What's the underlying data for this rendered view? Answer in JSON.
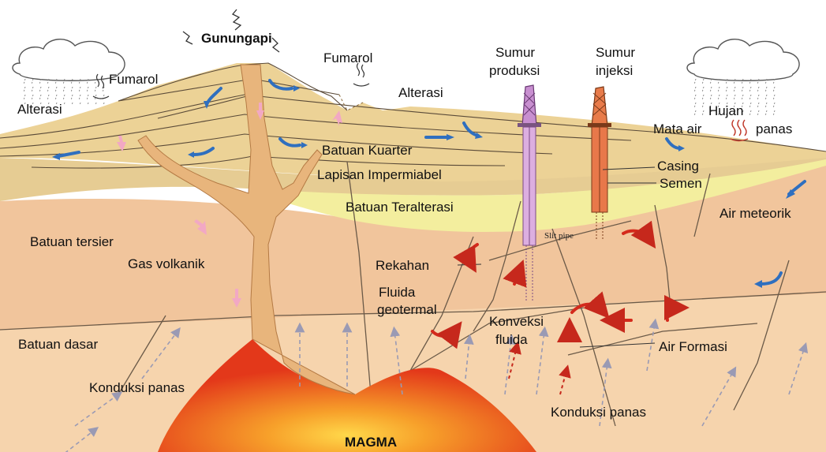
{
  "labels": {
    "gunungapi": "Gunungapi",
    "fumarol_left": "Fumarol",
    "fumarol_top": "Fumarol",
    "alterasi_left": "Alterasi",
    "alterasi_right": "Alterasi",
    "sumur_produksi_1": "Sumur",
    "sumur_produksi_2": "produksi",
    "sumur_injeksi_1": "Sumur",
    "sumur_injeksi_2": "injeksi",
    "hujan": "Hujan",
    "mata_air": "Mata air",
    "panas": "panas",
    "batuan_kuarter": "Batuan Kuarter",
    "lapisan_impermiabel": "Lapisan Impermiabel",
    "batuan_teralterasi": "Batuan Teralterasi",
    "casing": "Casing",
    "semen": "Semen",
    "air_meteorik": "Air meteorik",
    "slit_pipe": "Slit pipe",
    "batuan_tersier": "Batuan tersier",
    "gas_volkanik": "Gas volkanik",
    "rekahan": "Rekahan",
    "fluida_1": "Fluida",
    "fluida_2": "geotermal",
    "konveksi_1": "Konveksi",
    "konveksi_2": "fluida",
    "air_formasi": "Air Formasi",
    "batuan_dasar": "Batuan dasar",
    "konduksi_panas_left": "Konduksi panas",
    "konduksi_panas_right": "Konduksi panas",
    "magma": "MAGMA"
  },
  "colors": {
    "quaternary": "#ecd196",
    "impermeable": "#e9d99a",
    "altered": "#f2ee9e",
    "tertiary": "#f1c8a0",
    "basement": "#f6d2a8",
    "conduit": "#eab679",
    "magma": "#e8421c",
    "magma_core": "#f7b52e",
    "cool_arrow": "#2f6fbf",
    "hot_arrow": "#d42a1c",
    "gas_arrow": "#f2a6c0",
    "production_well": "#d8a3d8",
    "injection_well": "#e8784a"
  },
  "icons": [
    "cloud-icon",
    "rain-icon",
    "steam-icon",
    "hot-spring-icon",
    "well-derrick-icon"
  ]
}
